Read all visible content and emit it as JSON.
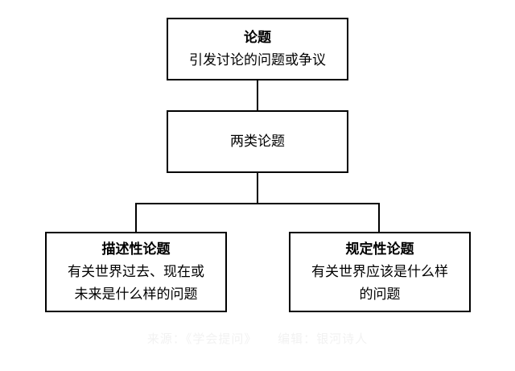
{
  "diagram": {
    "root": {
      "title": "论题",
      "body": "引发讨论的问题或争议"
    },
    "middle": {
      "title": "两类论题"
    },
    "left": {
      "title": "描述性论题",
      "body_line1": "有关世界过去、现在或",
      "body_line2": "未来是什么样的问题"
    },
    "right": {
      "title": "规定性论题",
      "body_line1": "有关世界应该是什么样",
      "body_line2": "的问题"
    }
  },
  "watermark": {
    "source": "来源：《学会提问》",
    "editor": "编辑：银河诗人"
  },
  "colors": {
    "line": "#000000",
    "box_border": "#000000",
    "watermark": "#f2f2f2"
  }
}
